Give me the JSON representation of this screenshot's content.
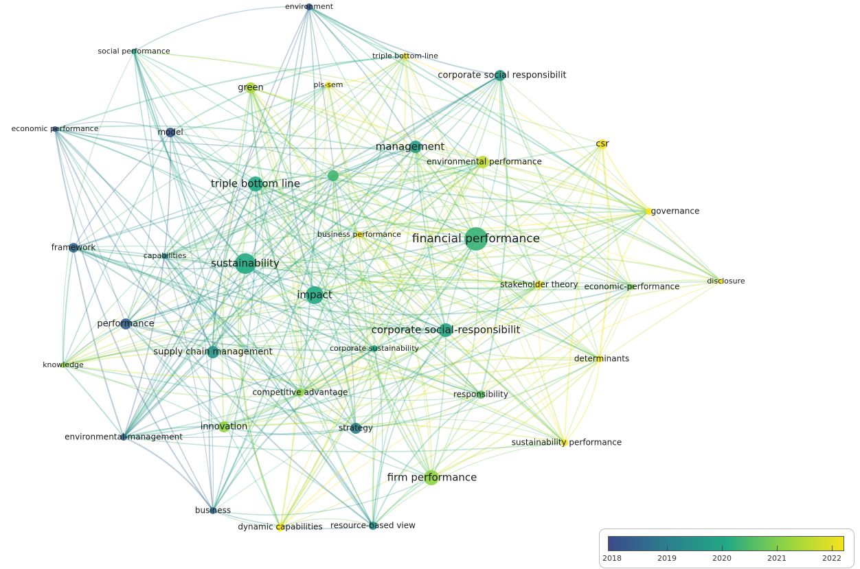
{
  "title": "VOSviewer overlay visualization",
  "colors": {
    "y2018": "#3b4a8c",
    "y2019": "#2c7f8e",
    "y2020": "#22a884",
    "y2021": "#8fd444",
    "y2022": "#f7e31d"
  },
  "legend": {
    "ticks": [
      "2018",
      "2019",
      "2020",
      "2021",
      "2022"
    ]
  },
  "nodes": [
    {
      "label": "environment",
      "year": 2018.1
    },
    {
      "label": "social performance",
      "year": 2020.0
    },
    {
      "label": "triple bottom-line",
      "year": 2022.0
    },
    {
      "label": "corporate social responsibilit",
      "year": 2019.6
    },
    {
      "label": "green",
      "year": 2021.3
    },
    {
      "label": "pls-sem",
      "year": 2022.0
    },
    {
      "label": "economic performance",
      "year": 2018.1
    },
    {
      "label": "model",
      "year": 2018.2
    },
    {
      "label": "management",
      "year": 2019.7
    },
    {
      "label": "csr",
      "year": 2022.0
    },
    {
      "label": "environmental performance",
      "year": 2021.5
    },
    {
      "label": "",
      "year": 2020.3
    },
    {
      "label": "triple bottom line",
      "year": 2020.0
    },
    {
      "label": "governance",
      "year": 2022.0
    },
    {
      "label": "business performance",
      "year": 2022.0
    },
    {
      "label": "financial performance",
      "year": 2020.2
    },
    {
      "label": "framework",
      "year": 2018.5
    },
    {
      "label": "capabilities",
      "year": 2019.0
    },
    {
      "label": "sustainability",
      "year": 2020.0
    },
    {
      "label": "disclosure",
      "year": 2022.0
    },
    {
      "label": "stakeholder theory",
      "year": 2022.0
    },
    {
      "label": "economic-performance",
      "year": 2020.8
    },
    {
      "label": "impact",
      "year": 2020.0
    },
    {
      "label": "performance",
      "year": 2018.4
    },
    {
      "label": "corporate social-responsibilit",
      "year": 2019.9
    },
    {
      "label": "supply chain management",
      "year": 2019.5
    },
    {
      "label": "corporate sustainability",
      "year": 2020.0
    },
    {
      "label": "knowledge",
      "year": 2021.0
    },
    {
      "label": "determinants",
      "year": 2022.0
    },
    {
      "label": "competitive advantage",
      "year": 2021.0
    },
    {
      "label": "responsibility",
      "year": 2020.5
    },
    {
      "label": "innovation",
      "year": 2021.0
    },
    {
      "label": "strategy",
      "year": 2019.0
    },
    {
      "label": "environmental-management",
      "year": 2018.5
    },
    {
      "label": "sustainability performance",
      "year": 2022.0
    },
    {
      "label": "firm performance",
      "year": 2021.0
    },
    {
      "label": "business",
      "year": 2018.7
    },
    {
      "label": "dynamic capabilities",
      "year": 2022.0
    },
    {
      "label": "resource-based view",
      "year": 2019.5
    }
  ]
}
